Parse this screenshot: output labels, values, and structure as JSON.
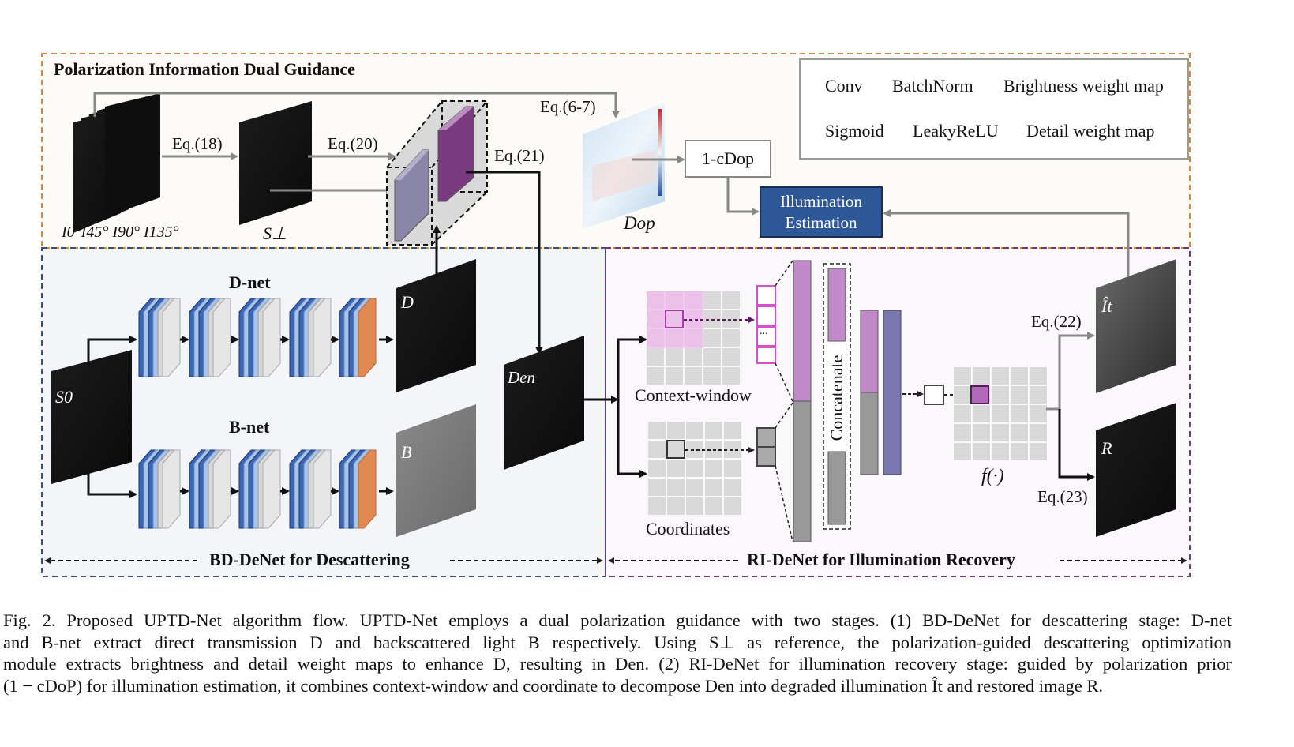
{
  "sections": {
    "top_title": "Polarization Information Dual Guidance",
    "bd_denet_title": "BD-DeNet for Descattering",
    "ri_denet_title": "RI-DeNet for Illumination Recovery"
  },
  "legend": {
    "conv": "Conv",
    "batchnorm": "BatchNorm",
    "brightness": "Brightness weight map",
    "sigmoid": "Sigmoid",
    "leakyrelu": "LeakyReLU",
    "detail": "Detail weight map"
  },
  "labels": {
    "inputs": "I0°I45° I90° I135°",
    "s_perp": "S⊥",
    "eq18": "Eq.(18)",
    "eq20": "Eq.(20)",
    "eq21": "Eq.(21)",
    "eq67": "Eq.(6-7)",
    "dop": "Dop",
    "one_cdop": "1-cDop",
    "illum_est": "Illumination Estimation",
    "d_net": "D-net",
    "b_net": "B-net",
    "s0": "S0",
    "d": "D",
    "b": "B",
    "den": "Den",
    "context_window": "Context-window",
    "coordinates": "Coordinates",
    "concatenate": "Concatenate",
    "f": "f(·)",
    "eq22": "Eq.(22)",
    "eq23": "Eq.(23)",
    "it": "Ît",
    "r": "R",
    "ellipsis": "..."
  },
  "colors": {
    "orange_border": "#d08a3c",
    "blue_border": "#3a4f7a",
    "purple_border": "#6b3a78",
    "conv_blue": "#3a66b8",
    "batchnorm_blue": "#a9c4e6",
    "sigmoid_orange": "#e08a52",
    "leakyrelu_gray": "#d8d8d8",
    "detail_purple": "#8a3a8c",
    "brightness_slate": "#8a86a8",
    "illum_box": "#2e5797",
    "pink": "#e8b4e4",
    "lavender": "#7a76b0"
  },
  "caption": {
    "line1": "Fig. 2.  Proposed UPTD-Net algorithm flow. UPTD-Net employs a dual polarization guidance with two stages. (1) BD-DeNet for descattering stage: D-net",
    "line2": "and B-net extract direct transmission D and backscattered light B respectively. Using S⊥ as reference, the polarization-guided descattering optimization",
    "line3": "module extracts brightness and detail weight maps to enhance D, resulting in Den. (2) RI-DeNet for illumination recovery stage: guided by polarization prior",
    "line4": "(1 − cDoP) for illumination estimation, it combines context-window and coordinate to decompose Den into degraded illumination Ît and restored image R."
  }
}
